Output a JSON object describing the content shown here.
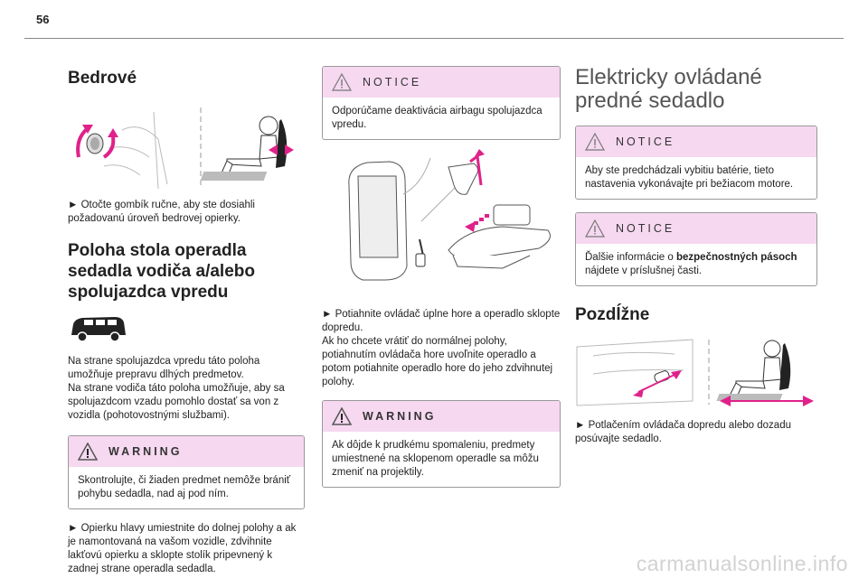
{
  "page_number": "56",
  "col1": {
    "heading1": "Bedrové",
    "para1": "► Otočte gombík ručne, aby ste dosiahli požadovanú úroveň bedrovej opierky.",
    "heading2": "Poloha stola operadla sedadla vodiča a/alebo spolujazdca vpredu",
    "para2": "Na strane spolujazdca vpredu táto poloha umožňuje prepravu dlhých predmetov.\nNa strane vodiča táto poloha umožňuje, aby sa spolujazdcom vzadu pomohlo dostať sa von z vozidla (pohotovostnými službami).",
    "warning_label": "WARNING",
    "warning_text": "Skontrolujte, či žiaden predmet nemôže brániť pohybu sedadla, nad aj pod ním.",
    "para3": "► Opierku hlavy umiestnite do dolnej polohy a ak je namontovaná na vašom vozidle, zdvihnite lakťovú opierku a sklopte stolík pripevnený k zadnej strane operadla sedadla."
  },
  "col2": {
    "notice_label": "NOTICE",
    "notice_text": "Odporúčame deaktivácia airbagu spolujazdca vpredu.",
    "para1": "► Potiahnite ovládač úplne hore a operadlo sklopte dopredu.\nAk ho chcete vrátiť do normálnej polohy, potiahnutím ovládača hore uvoľnite operadlo a potom potiahnite operadlo hore do jeho zdvihnutej polohy.",
    "warning_label": "WARNING",
    "warning_text": "Ak dôjde k prudkému spomaleniu, predmety umiestnené na sklopenom operadle sa môžu zmeniť na projektily."
  },
  "col3": {
    "heading1": "Elektricky ovládané predné sedadlo",
    "notice1_label": "NOTICE",
    "notice1_text": "Aby ste predchádzali vybitiu batérie, tieto nastavenia vykonávajte pri bežiacom motore.",
    "notice2_label": "NOTICE",
    "notice2_text_before": "Ďalšie informácie o ",
    "notice2_text_bold": "bezpečnostných pásoch",
    "notice2_text_after": " nájdete v príslušnej časti.",
    "heading2": "Pozdĺžne",
    "para1": "► Potlačením ovládača dopredu alebo dozadu posúvajte sedadlo."
  },
  "watermark": "carmanualsonline.info",
  "colors": {
    "box_header": "#f6d8f0",
    "arrow": "#e0218a",
    "rule": "#888888"
  }
}
